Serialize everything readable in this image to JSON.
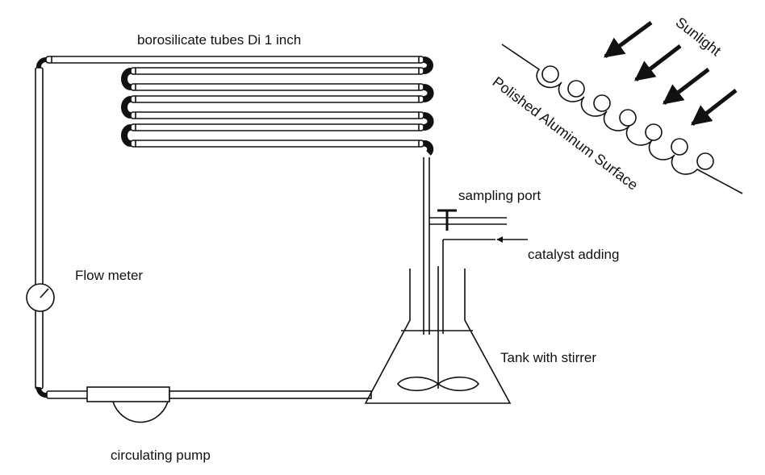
{
  "labels": {
    "tubes": "borosilicate tubes Di 1 inch",
    "sunlight": "Sunlight",
    "surface": "Polished Aluminum Surface",
    "sampling_port": "sampling port",
    "catalyst": "catalyst adding",
    "flow_meter": "Flow meter",
    "tank": "Tank with stirrer",
    "pump": "circulating pump"
  },
  "colors": {
    "ink": "#111111",
    "background": "#ffffff"
  }
}
